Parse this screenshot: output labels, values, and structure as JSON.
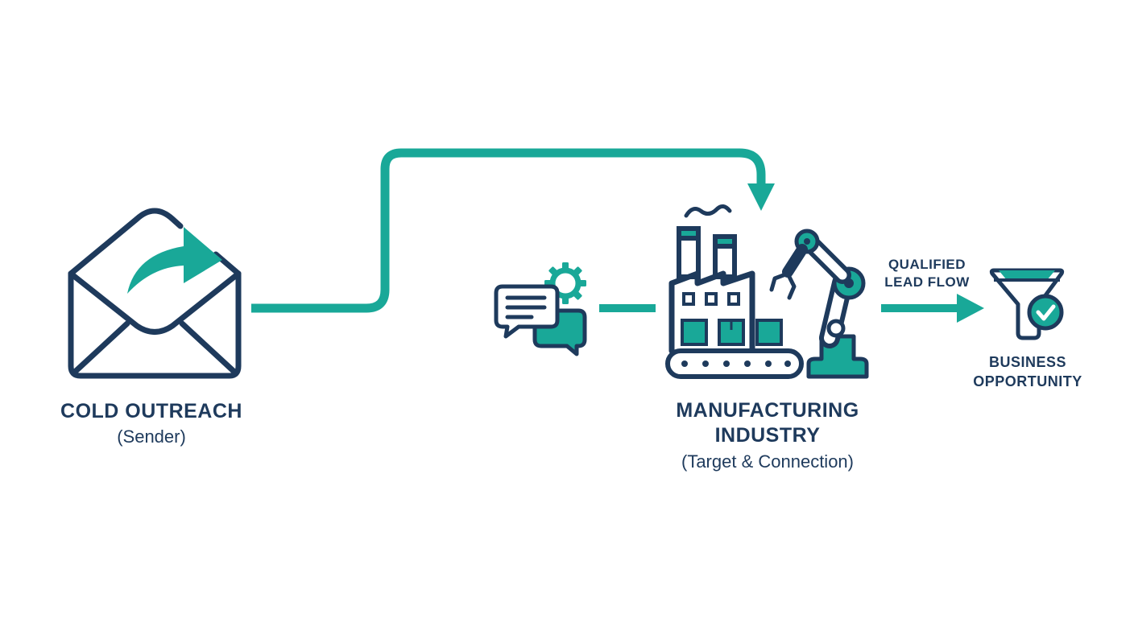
{
  "colors": {
    "navy": "#1e3a5c",
    "teal": "#19a898",
    "white": "#ffffff"
  },
  "nodes": {
    "sender": {
      "title": "COLD OUTREACH",
      "subtitle": "(Sender)",
      "icon": "envelope-send-icon"
    },
    "industry": {
      "title": "MANUFACTURING INDUSTRY",
      "subtitle": "(Target & Connection)",
      "icon": "factory-robot-arm-icon"
    },
    "communication": {
      "icon": "chat-gear-icon"
    },
    "opportunity": {
      "title": "BUSINESS OPPORTUNITY",
      "icon": "funnel-check-icon"
    }
  },
  "edges": {
    "lead_flow": {
      "label": "QUALIFIED LEAD FLOW"
    }
  }
}
